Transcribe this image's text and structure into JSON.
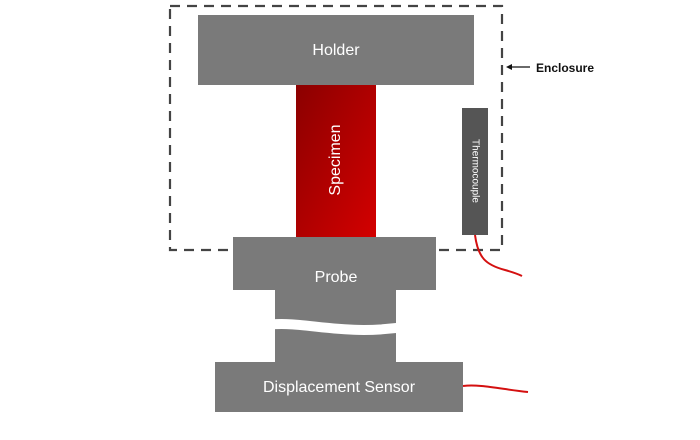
{
  "labels": {
    "holder": "Holder",
    "specimen": "Specimen",
    "thermocouple": "Thermocouple",
    "enclosure": "Enclosure",
    "probe": "Probe",
    "displacement_sensor": "Displacement Sensor"
  },
  "colors": {
    "block_gray": "#7a7a7a",
    "thermocouple_gray": "#555555",
    "specimen_dark": "#8b0000",
    "specimen_bright": "#d40000",
    "wire_red": "#d41010",
    "enclosure_dash": "#444444",
    "arrow": "#111111",
    "break_line": "#ffffff"
  }
}
